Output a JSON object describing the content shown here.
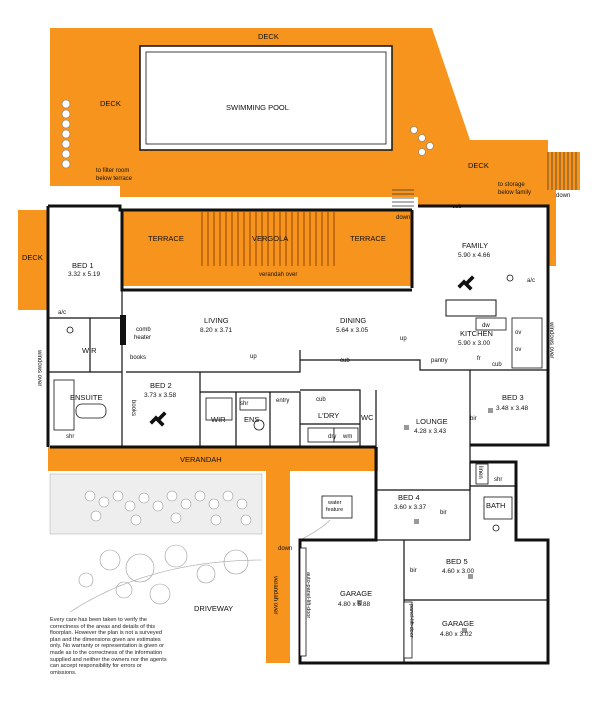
{
  "colors": {
    "deck": "#F7941D",
    "wall": "#111111",
    "background": "#ffffff"
  },
  "labels": {
    "deck_top": "DECK",
    "deck_left": "DECK",
    "deck_right": "DECK",
    "deck_far_left": "DECK",
    "pool": "SWIMMING POOL",
    "filter_room": "to filter room",
    "filter_room_2": "below terrace",
    "storage": "to storage",
    "storage_2": "below family",
    "down_1": "down",
    "down_2": "down",
    "down_3": "down",
    "terrace_left": "TERRACE",
    "vergola": "VERGOLA",
    "terrace_right": "TERRACE",
    "verandah_over_top": "verandah over",
    "verandah": "VERANDAH",
    "verandah_over_side": "verandah over",
    "windows_over_left": "windows over",
    "windows_over_right": "windows over",
    "bed1": "BED 1",
    "bed1_dim": "3.32 x 5.19",
    "ac_1": "a/c",
    "ac_2": "a/c",
    "wir_1": "WIR",
    "wir_2": "WIR",
    "ensuite": "ENSUITE",
    "shr_1": "shr",
    "shr_2": "shr",
    "shr_3": "shr",
    "comb_heater": "comb",
    "comb_heater_2": "heater",
    "books_1": "books",
    "books_2": "books",
    "living": "LIVING",
    "living_dim": "8.20 x 3.71",
    "dining": "DINING",
    "dining_dim": "5.64 x 3.05",
    "family": "FAMILY",
    "family_dim": "5.90 x 4.66",
    "kitchen": "KITCHEN",
    "kitchen_dim": "5.90 x 3.00",
    "dw": "dw",
    "ov_1": "ov",
    "ov_2": "ov",
    "cub_1": "cub",
    "cub_2": "cub",
    "cub_3": "cub",
    "cub_4": "cub",
    "fr": "fr",
    "pantry": "pantry",
    "up_1": "up",
    "up_2": "up",
    "bed2": "BED 2",
    "bed2_dim": "3.73 x 3.58",
    "ens": "ENS",
    "entry": "entry",
    "ldry": "L'DRY",
    "dry": "dry",
    "wm": "wm",
    "wc": "WC",
    "lounge": "LOUNGE",
    "lounge_dim": "4.28 x 3.43",
    "bed3": "BED 3",
    "bed3_dim": "3.48 x 3.48",
    "bir_1": "bir",
    "bir_2": "bir",
    "bir_3": "bir",
    "linen": "linen",
    "bath": "BATH",
    "bed4": "BED 4",
    "bed4_dim": "3.60 x 3.37",
    "bed5": "BED 5",
    "bed5_dim": "4.60 x 3.00",
    "water_feature": "water",
    "water_feature_2": "feature",
    "garage1": "GARAGE",
    "garage1_dim": "4.80 x 5.88",
    "garage2": "GARAGE",
    "garage2_dim": "4.80 x 3.02",
    "auto_door": "auto-panel-lift-door",
    "panel_door": "panel-lift-door",
    "driveway": "DRIVEWAY"
  },
  "disclaimer": "Every care has been taken to verify the correctness of the areas and details of this floorplan. However the plan is not a surveyed plan and the dimensions given are estimates only. No warranty or representation is given or made as to the correctness of the information supplied and neither the owners nor the agents can accept responsibility for errors or omissions."
}
